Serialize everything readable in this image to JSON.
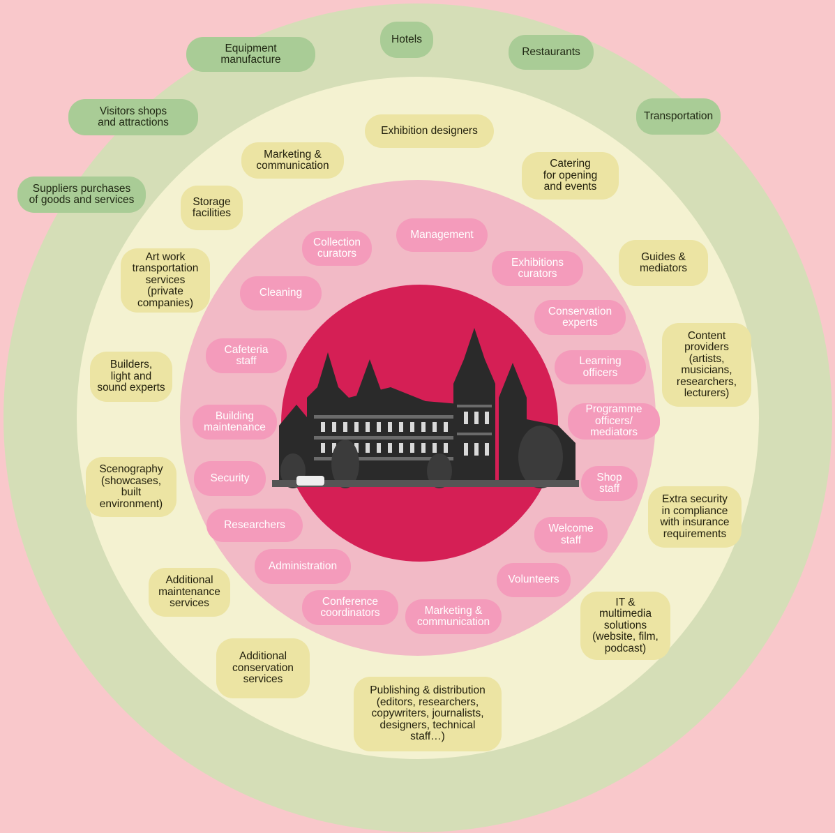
{
  "outer_ring": [
    {
      "id": "equipment",
      "label": "Equipment\nmanufacture"
    },
    {
      "id": "hotels",
      "label": "Hotels"
    },
    {
      "id": "restaurants",
      "label": "Restaurants"
    },
    {
      "id": "visitors-shops",
      "label": "Visitors shops\nand attractions"
    },
    {
      "id": "transportation",
      "label": "Transportation"
    },
    {
      "id": "suppliers",
      "label": "Suppliers purchases\nof goods and services"
    }
  ],
  "middle_ring": [
    {
      "id": "exhibition-designers",
      "label": "Exhibition designers"
    },
    {
      "id": "marketing-ext",
      "label": "Marketing &\ncommunication"
    },
    {
      "id": "catering",
      "label": "Catering\nfor opening\nand events"
    },
    {
      "id": "storage",
      "label": "Storage\nfacilities"
    },
    {
      "id": "guides",
      "label": "Guides &\nmediators"
    },
    {
      "id": "art-transport",
      "label": "Art work\ntransportation\nservices\n(private\ncompanies)"
    },
    {
      "id": "content-providers",
      "label": "Content\nproviders\n(artists,\nmusicians,\nresearchers,\nlecturers)"
    },
    {
      "id": "builders",
      "label": "Builders,\nlight and\nsound experts"
    },
    {
      "id": "scenography",
      "label": "Scenography\n(showcases,\nbuilt\nenvironment)"
    },
    {
      "id": "extra-security",
      "label": "Extra security\nin compliance\nwith insurance\nrequirements"
    },
    {
      "id": "additional-maintenance",
      "label": "Additional\nmaintenance\nservices"
    },
    {
      "id": "it-multimedia",
      "label": "IT &\nmultimedia\nsolutions\n(website, film,\npodcast)"
    },
    {
      "id": "additional-conservation",
      "label": "Additional\nconservation\nservices"
    },
    {
      "id": "publishing",
      "label": "Publishing & distribution\n(editors, researchers,\ncopywriters, journalists,\ndesigners, technical\nstaff…)"
    }
  ],
  "inner_ring": [
    {
      "id": "management",
      "label": "Management"
    },
    {
      "id": "collection-curators",
      "label": "Collection\ncurators"
    },
    {
      "id": "exhibitions-curators",
      "label": "Exhibitions\ncurators"
    },
    {
      "id": "cleaning",
      "label": "Cleaning"
    },
    {
      "id": "conservation-experts",
      "label": "Conservation\nexperts"
    },
    {
      "id": "cafeteria",
      "label": "Cafeteria\nstaff"
    },
    {
      "id": "learning-officers",
      "label": "Learning\nofficers"
    },
    {
      "id": "building-maintenance",
      "label": "Building\nmaintenance"
    },
    {
      "id": "programme-officers",
      "label": "Programme\nofficers/\nmediators"
    },
    {
      "id": "security",
      "label": "Security"
    },
    {
      "id": "shop-staff",
      "label": "Shop\nstaff"
    },
    {
      "id": "researchers",
      "label": "Researchers"
    },
    {
      "id": "welcome-staff",
      "label": "Welcome\nstaff"
    },
    {
      "id": "administration",
      "label": "Administration"
    },
    {
      "id": "volunteers",
      "label": "Volunteers"
    },
    {
      "id": "conference-coordinators",
      "label": "Conference\ncoordinators"
    },
    {
      "id": "marketing-int",
      "label": "Marketing &\ncommunication"
    }
  ],
  "colors": {
    "background": "#f9c8cb",
    "outer_ring": "#d5deb7",
    "middle_ring": "#f4f2d1",
    "inner_ring": "#f2bac6",
    "core": "#d51f55",
    "green_pill": "#a9cc96",
    "yellow_pill": "#ece4a3",
    "pink_pill": "#f49bbb"
  },
  "center_image": "museum-building"
}
